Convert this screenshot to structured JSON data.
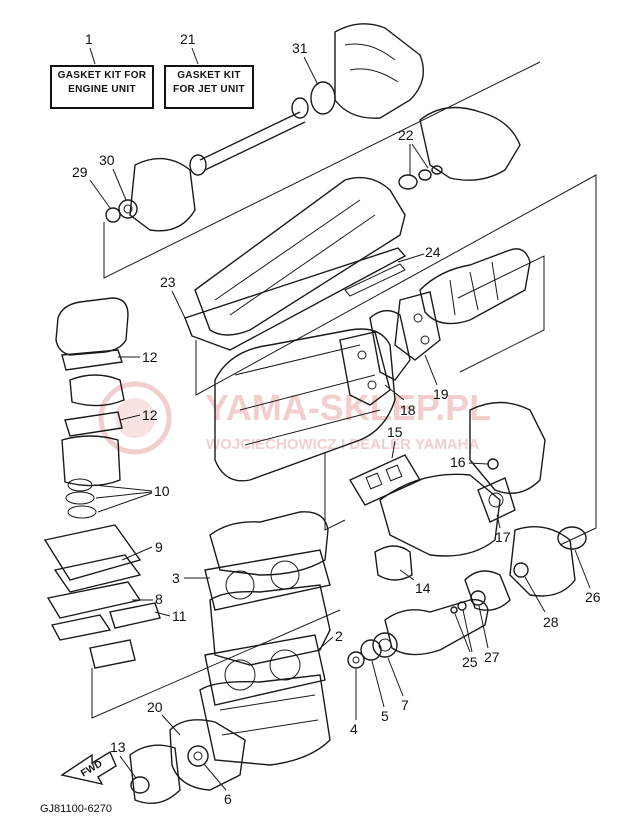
{
  "kits": [
    {
      "number": "1",
      "line1": "GASKET KIT FOR",
      "line2": "ENGINE UNIT"
    },
    {
      "number": "21",
      "line1": "GASKET KIT",
      "line2": "FOR JET UNIT"
    }
  ],
  "callouts": {
    "c2": "2",
    "c3": "3",
    "c4": "4",
    "c5": "5",
    "c6": "6",
    "c7": "7",
    "c8": "8",
    "c9": "9",
    "c10": "10",
    "c11": "11",
    "c12a": "12",
    "c12b": "12",
    "c13": "13",
    "c14": "14",
    "c15": "15",
    "c16": "16",
    "c17": "17",
    "c18": "18",
    "c19": "19",
    "c20": "20",
    "c22": "22",
    "c23": "23",
    "c24": "24",
    "c25": "25",
    "c26": "26",
    "c27": "27",
    "c28": "28",
    "c29": "29",
    "c30": "30",
    "c31": "31"
  },
  "fwd_label": "FWD",
  "drawing_code": "GJ81100-6270",
  "watermark": {
    "line1": "YAMA-SKLEP.PL",
    "line2": "WOJCIECHOWICZ I DEALER YAMAHA",
    "color": "#e9a7a7"
  }
}
